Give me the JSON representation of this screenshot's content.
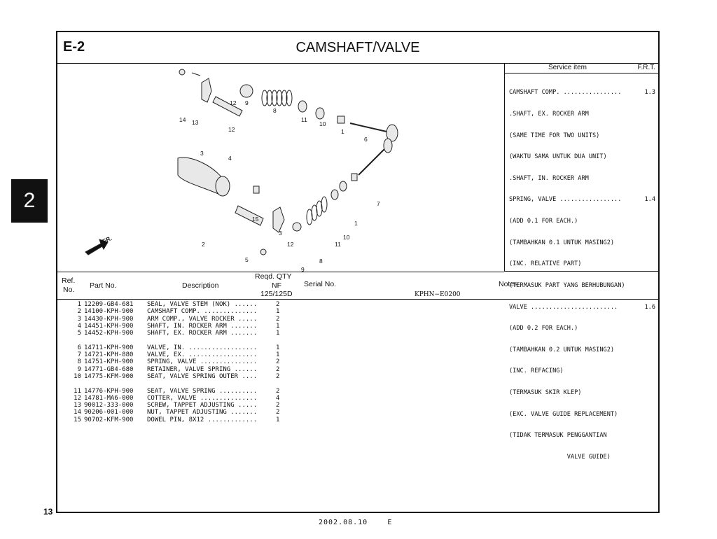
{
  "section": "E-2",
  "title": "CAMSHAFT/VALVE",
  "tab_number": "2",
  "page_number": "13",
  "footer": {
    "date": "2002.08.10",
    "edition": "E"
  },
  "diagram": {
    "code": "KPHN−E0200",
    "direction_label": "FR.",
    "callouts": [
      "14",
      "13",
      "3",
      "12",
      "9",
      "12",
      "4",
      "8",
      "11",
      "10",
      "1",
      "6",
      "7",
      "1",
      "10",
      "11",
      "8",
      "2",
      "15",
      "3",
      "12",
      "5",
      "9",
      "12",
      "14",
      "13"
    ]
  },
  "service": {
    "header_item": "Service item",
    "header_frt": "F.R.T.",
    "rows": [
      {
        "desc": "CAMSHAFT COMP. ................",
        "frt": "1.3"
      },
      {
        "desc": ".SHAFT, EX. ROCKER ARM",
        "frt": ""
      },
      {
        "desc": "(SAME TIME FOR TWO UNITS)",
        "frt": ""
      },
      {
        "desc": "(WAKTU SAMA UNTUK DUA UNIT)",
        "frt": ""
      },
      {
        "desc": ".SHAFT, IN. ROCKER ARM",
        "frt": ""
      },
      {
        "desc": "SPRING, VALVE .................",
        "frt": "1.4"
      },
      {
        "desc": "(ADD 0.1 FOR EACH.)",
        "frt": ""
      },
      {
        "desc": "(TAMBAHKAN 0.1 UNTUK MASING2)",
        "frt": ""
      },
      {
        "desc": "(INC. RELATIVE PART)",
        "frt": ""
      },
      {
        "desc": "(TERMASUK PART YANG BERHUBUNGAN)",
        "frt": ""
      },
      {
        "desc": "VALVE ........................",
        "frt": "1.6"
      },
      {
        "desc": "(ADD 0.2 FOR EACH.)",
        "frt": ""
      },
      {
        "desc": "(TAMBAHKAN 0.2 UNTUK MASING2)",
        "frt": ""
      },
      {
        "desc": "(INC. REFACING)",
        "frt": ""
      },
      {
        "desc": "(TERMASUK SKIR KLEP)",
        "frt": ""
      },
      {
        "desc": "(EXC. VALVE GUIDE REPLACEMENT)",
        "frt": ""
      },
      {
        "desc": "(TIDAK TERMASUK PENGGANTIAN",
        "frt": ""
      },
      {
        "desc": "                VALVE GUIDE)",
        "frt": ""
      }
    ]
  },
  "table": {
    "headers": {
      "ref": "Ref.",
      "no": "No.",
      "part_no": "Part No.",
      "description": "Description",
      "reqd": "Reqd. QTY",
      "nf": "NF",
      "model": "125/125D",
      "serial": "Serial No.",
      "notes": "Notes"
    },
    "rows": [
      {
        "ref": "1",
        "part": "12209-GB4-681",
        "desc": "SEAL, VALVE STEM (NOK) ......",
        "qty": "2"
      },
      {
        "ref": "2",
        "part": "14100-KPH-900",
        "desc": "CAMSHAFT COMP. ..............",
        "qty": "1"
      },
      {
        "ref": "3",
        "part": "14430-KPH-900",
        "desc": "ARM COMP., VALVE ROCKER .....",
        "qty": "2"
      },
      {
        "ref": "4",
        "part": "14451-KPH-900",
        "desc": "SHAFT, IN. ROCKER ARM .......",
        "qty": "1"
      },
      {
        "ref": "5",
        "part": "14452-KPH-900",
        "desc": "SHAFT, EX. ROCKER ARM .......",
        "qty": "1"
      },
      {
        "ref": "6",
        "part": "14711-KPH-900",
        "desc": "VALVE, IN. ..................",
        "qty": "1"
      },
      {
        "ref": "7",
        "part": "14721-KPH-880",
        "desc": "VALVE, EX. ..................",
        "qty": "1"
      },
      {
        "ref": "8",
        "part": "14751-KPH-900",
        "desc": "SPRING, VALVE ...............",
        "qty": "2"
      },
      {
        "ref": "9",
        "part": "14771-GB4-680",
        "desc": "RETAINER, VALVE SPRING ......",
        "qty": "2"
      },
      {
        "ref": "10",
        "part": "14775-KFM-900",
        "desc": "SEAT, VALVE SPRING OUTER ....",
        "qty": "2"
      },
      {
        "ref": "11",
        "part": "14776-KPH-900",
        "desc": "SEAT, VALVE SPRING ..........",
        "qty": "2"
      },
      {
        "ref": "12",
        "part": "14781-MA6-000",
        "desc": "COTTER, VALVE ...............",
        "qty": "4"
      },
      {
        "ref": "13",
        "part": "90012-333-000",
        "desc": "SCREW, TAPPET ADJUSTING .....",
        "qty": "2"
      },
      {
        "ref": "14",
        "part": "90206-001-000",
        "desc": "NUT, TAPPET ADJUSTING .......",
        "qty": "2"
      },
      {
        "ref": "15",
        "part": "90702-KFM-900",
        "desc": "DOWEL PIN, 8X12 .............",
        "qty": "1"
      }
    ]
  }
}
